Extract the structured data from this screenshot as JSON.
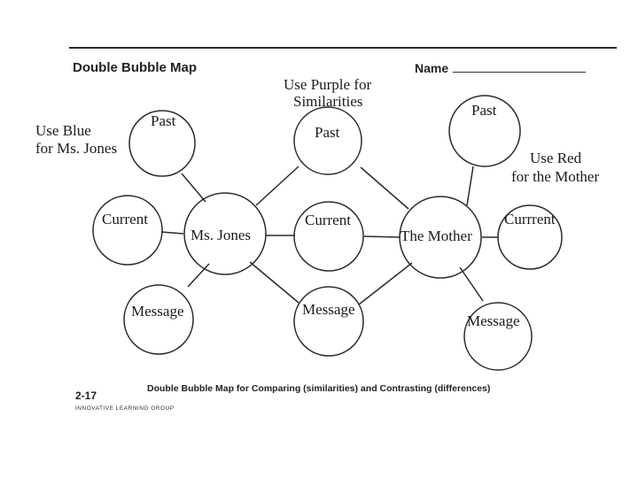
{
  "header": {
    "title": "Double Bubble Map",
    "name_label": "Name"
  },
  "instructions": {
    "purple_line1": "Use Purple for",
    "purple_line2": "Similarities",
    "blue_line1": "Use Blue",
    "blue_line2": "for Ms. Jones",
    "red_line1": "Use Red",
    "red_line2": "for the Mother"
  },
  "bubbles": {
    "left_center": "Ms. Jones",
    "right_center": "The Mother",
    "left_past": "Past",
    "left_current": "Current",
    "left_message": "Message",
    "mid_past": "Past",
    "mid_current": "Current",
    "mid_message": "Message",
    "right_past": "Past",
    "right_current": "Currrent",
    "right_message": "Message"
  },
  "footer": {
    "page_number": "2-17",
    "caption": "Double Bubble Map for Comparing (similarities) and Contrasting (differences)",
    "publisher": "Innovative Learning Group",
    "publisher_small": [
      "",
      "",
      "",
      ""
    ]
  },
  "colors": {
    "line": "#2a2a2a",
    "paper": "#ffffff"
  }
}
